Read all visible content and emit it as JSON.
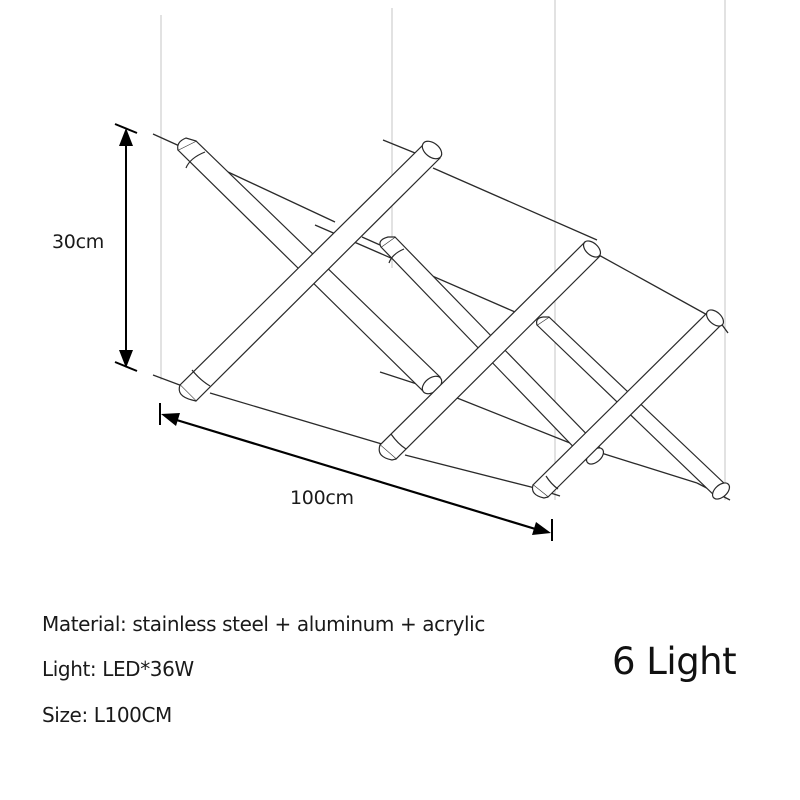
{
  "product": {
    "name_label": "6 Light",
    "light_count": 6
  },
  "dimensions": {
    "height_label": "30cm",
    "length_label": "100cm"
  },
  "specs": [
    {
      "label": "Material",
      "value": "stainless steel + aluminum + acrylic",
      "text": "Material: stainless steel + aluminum + acrylic"
    },
    {
      "label": "Light",
      "value": "LED*36W",
      "text": "Light: LED*36W"
    },
    {
      "label": "Size",
      "value": "L100CM",
      "text": "Size: L100CM"
    }
  ],
  "colors": {
    "background": "#ffffff",
    "line": "#222222",
    "suspension_wire": "#c0c0c0",
    "text": "#1a1a1a"
  },
  "diagram": {
    "suspension_wires_x": [
      161,
      392,
      555,
      725
    ],
    "tube_count": 6,
    "cross_pairs": 3
  }
}
